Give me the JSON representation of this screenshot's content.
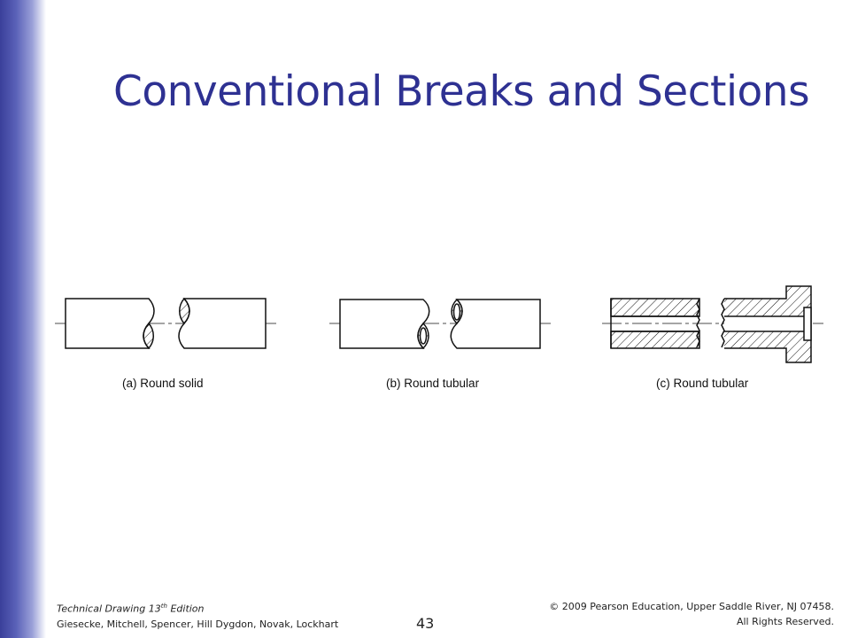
{
  "slide": {
    "title": "Conventional Breaks and Sections",
    "page_number": "43"
  },
  "figure": {
    "captions": [
      "(a) Round solid",
      "(b) Round tubular",
      "(c) Round tubular"
    ]
  },
  "footer": {
    "book_title_prefix": "Technical Drawing  13",
    "book_title_sup": "th",
    "book_title_suffix": " Edition",
    "authors": "Giesecke, Mitchell, Spencer, Hill Dygdon, Novak, Lockhart",
    "copyright": "© 2009 Pearson Education, Upper Saddle River, NJ 07458.",
    "rights": "All Rights Reserved."
  },
  "colors": {
    "title": "#2e3192",
    "sidebar": "#3a3f9a"
  }
}
